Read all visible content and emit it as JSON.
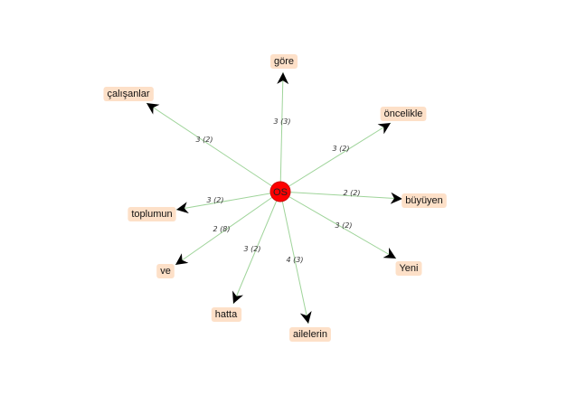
{
  "graph": {
    "center": {
      "label": "OS",
      "color": "#ff0000"
    },
    "node_fill": "#fde0c8",
    "edge_color": "#9fd49a",
    "edges": [
      {
        "target": "göre",
        "label": "3 (3)"
      },
      {
        "target": "çalışanlar",
        "label": "3 (2)"
      },
      {
        "target": "öncelikle",
        "label": "3 (2)"
      },
      {
        "target": "büyüyen",
        "label": "2 (2)"
      },
      {
        "target": "toplumun",
        "label": "3 (2)"
      },
      {
        "target": "ve",
        "label": "2 (8)"
      },
      {
        "target": "Yeni",
        "label": "3 (2)"
      },
      {
        "target": "hatta",
        "label": "3 (2)"
      },
      {
        "target": "ailelerin",
        "label": "4 (3)"
      }
    ]
  }
}
